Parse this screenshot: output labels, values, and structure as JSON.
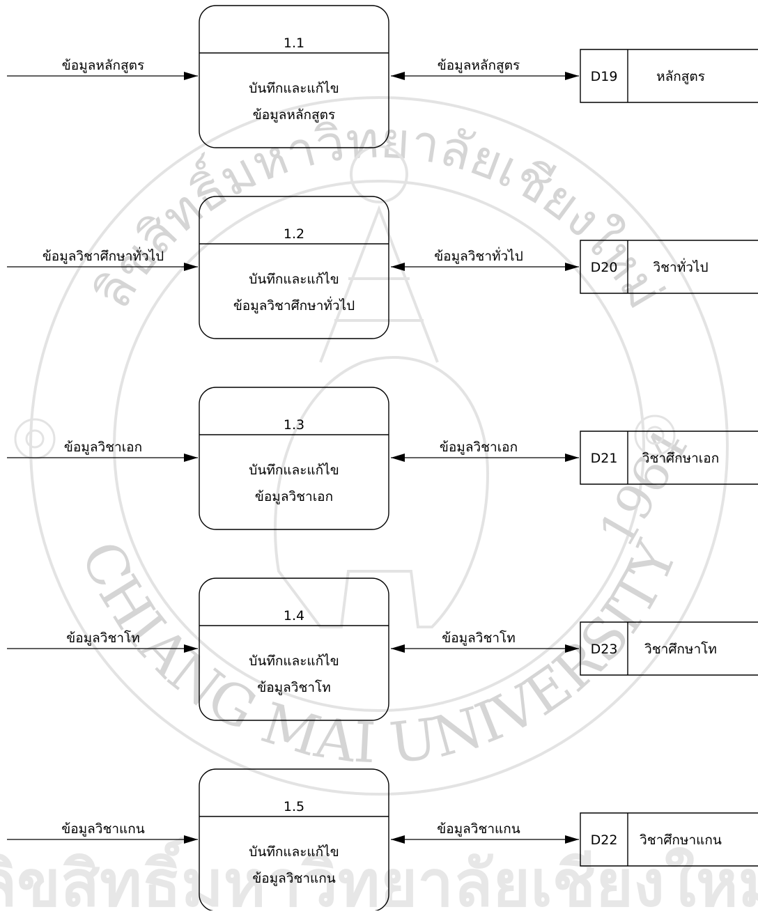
{
  "watermark": {
    "ring_top": "ลิขสิทธิ์มหาวิทยาลัยเชียงใหม่",
    "ring_bottom": "CHIANG MAI UNIVERSITY",
    "year": "1964",
    "footer": "ลิขสิทธิ์มหาวิทยาลัยเชียงใหม่"
  },
  "processes": [
    {
      "id": "1.1",
      "line1": "บันทึกและแก้ไข",
      "line2": "ข้อมูลหลักสูตร",
      "input_label": "ข้อมูลหลักสูตร",
      "store_flow_label": "ข้อมูลหลักสูตร",
      "store": {
        "code": "D19",
        "name": "หลักสูตร"
      }
    },
    {
      "id": "1.2",
      "line1": "บันทึกและแก้ไข",
      "line2": "ข้อมูลวิชาศึกษาทั่วไป",
      "input_label": "ข้อมูลวิชาศึกษาทั่วไป",
      "store_flow_label": "ข้อมูลวิชาทั่วไป",
      "store": {
        "code": "D20",
        "name": "วิชาทั่วไป"
      }
    },
    {
      "id": "1.3",
      "line1": "บันทึกและแก้ไข",
      "line2": "ข้อมูลวิชาเอก",
      "input_label": "ข้อมูลวิชาเอก",
      "store_flow_label": "ข้อมูลวิชาเอก",
      "store": {
        "code": "D21",
        "name": "วิชาศึกษาเอก"
      }
    },
    {
      "id": "1.4",
      "line1": "บันทึกและแก้ไข",
      "line2": "ข้อมูลวิชาโท",
      "input_label": "ข้อมูลวิชาโท",
      "store_flow_label": "ข้อมูลวิชาโท",
      "store": {
        "code": "D23",
        "name": "วิชาศึกษาโท"
      }
    },
    {
      "id": "1.5",
      "line1": "บันทึกและแก้ไข",
      "line2": "ข้อมูลวิชาแกน",
      "input_label": "ข้อมูลวิชาแกน",
      "store_flow_label": "ข้อมูลวิชาแกน",
      "store": {
        "code": "D22",
        "name": "วิชาศึกษาแกน"
      }
    }
  ]
}
